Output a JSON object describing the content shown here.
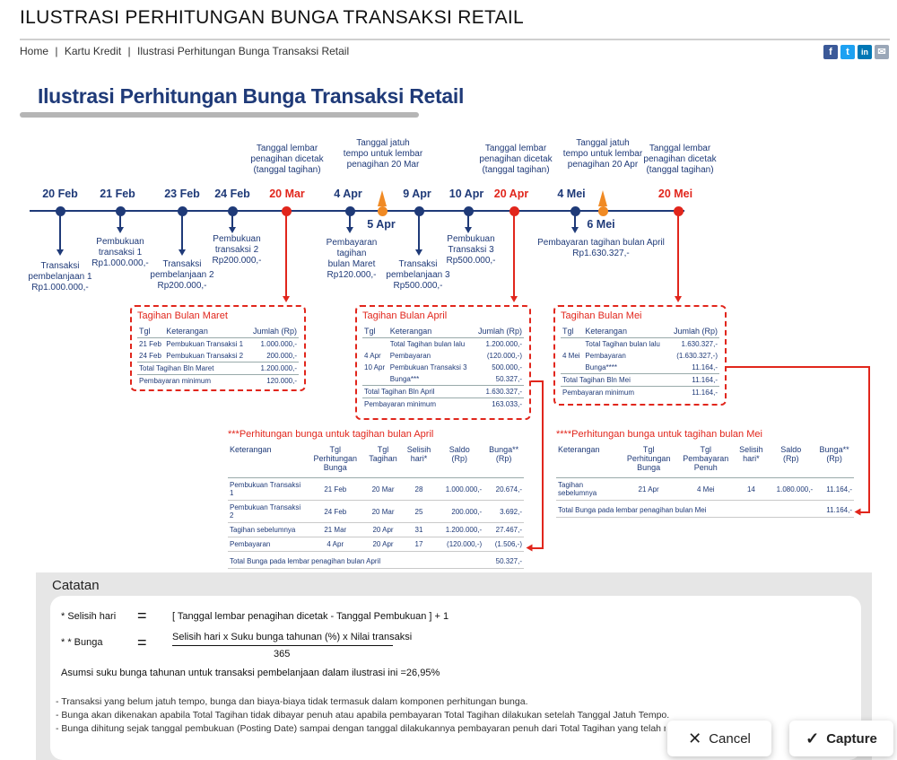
{
  "page_title": "ILUSTRASI PERHITUNGAN BUNGA TRANSAKSI RETAIL",
  "breadcrumb": [
    "Home",
    "Kartu Kredit",
    "Ilustrasi Perhitungan Bunga Transaksi Retail"
  ],
  "breadcrumb_sep": "|",
  "share_icons": [
    {
      "name": "facebook-icon",
      "glyph": "f",
      "color": "#3b5998"
    },
    {
      "name": "twitter-icon",
      "glyph": "t",
      "color": "#1da1f2"
    },
    {
      "name": "linkedin-icon",
      "glyph": "in",
      "color": "#0077b5"
    },
    {
      "name": "email-icon",
      "glyph": "✉",
      "color": "#9aa7b8"
    }
  ],
  "illustration_title": "Ilustrasi Perhitungan Bunga Transaksi Retail",
  "colors": {
    "navy": "#1f3a78",
    "red": "#e1261c",
    "orange": "#f08a24"
  },
  "timeline": {
    "top_labels": [
      "Tanggal lembar\npenagihan dicetak\n(tanggal tagihan)",
      "Tanggal jatuh\ntempo untuk lembar\npenagihan 20 Mar",
      "Tanggal lembar\npenagihan dicetak\n(tanggal tagihan)",
      "Tanggal jatuh\ntempo untuk lembar\npenagihan 20 Apr",
      "Tanggal lembar\npenagihan dicetak\n(tanggal tagihan)"
    ],
    "dates": [
      "20 Feb",
      "21 Feb",
      "23 Feb",
      "24 Feb",
      "20 Mar",
      "4 Apr",
      "5 Apr",
      "9 Apr",
      "10 Apr",
      "20 Apr",
      "4 Mei",
      "6 Mei",
      "20 Mei"
    ],
    "events": [
      "Transaksi\npembelanjaan 1\nRp1.000.000,-",
      "Pembukuan\ntransaksi 1\nRp1.000.000,-",
      "Transaksi\npembelanjaan 2\nRp200.000,-",
      "Pembukuan\ntransaksi 2\nRp200.000,-",
      "Pembayaran\ntagihan\nbulan Maret\nRp120.000,-",
      "Transaksi\npembelanjaan 3\nRp500.000,-",
      "Pembukuan\nTransaksi 3\nRp500.000,-",
      "Pembayaran tagihan bulan April\nRp1.630.327,-"
    ]
  },
  "tagihan_maret": {
    "title": "Tagihan Bulan Maret",
    "headers": [
      "Tgl",
      "Keterangan",
      "Jumlah (Rp)"
    ],
    "rows": [
      [
        "21 Feb",
        "Pembukuan Transaksi 1",
        "1.000.000,-"
      ],
      [
        "24 Feb",
        "Pembukuan Transaksi 2",
        "200.000,-"
      ]
    ],
    "total_label": "Total Tagihan Bln Maret",
    "total_value": "1.200.000,-",
    "min_label": "Pembayaran minimum",
    "min_value": "120.000,-"
  },
  "tagihan_april": {
    "title": "Tagihan Bulan April",
    "headers": [
      "Tgl",
      "Keterangan",
      "Jumlah (Rp)"
    ],
    "rows": [
      [
        "",
        "Total Tagihan bulan lalu",
        "1.200.000,-"
      ],
      [
        "4 Apr",
        "Pembayaran",
        "(120.000,-)"
      ],
      [
        "10 Apr",
        "Pembukuan Transaksi 3",
        "500.000,-"
      ],
      [
        "",
        "Bunga***",
        "50.327,-"
      ]
    ],
    "total_label": "Total Tagihan Bln April",
    "total_value": "1.630.327,-",
    "min_label": "Pembayaran minimum",
    "min_value": "163.033,-"
  },
  "tagihan_mei": {
    "title": "Tagihan Bulan Mei",
    "headers": [
      "Tgl",
      "Keterangan",
      "Jumlah (Rp)"
    ],
    "rows": [
      [
        "",
        "Total Tagihan bulan lalu",
        "1.630.327,-"
      ],
      [
        "4 Mei",
        "Pembayaran",
        "(1.630.327,-)"
      ],
      [
        "",
        "Bunga****",
        "11.164,-"
      ]
    ],
    "total_label": "Total Tagihan Bln Mei",
    "total_value": "11.164,-",
    "min_label": "Pembayaran minimum",
    "min_value": "11.164,-"
  },
  "calc_april": {
    "title": "***Perhitungan bunga untuk tagihan bulan April",
    "headers": [
      "Keterangan",
      "Tgl\nPerhitungan\nBunga",
      "Tgl\nTagihan",
      "Selisih\nhari*",
      "Saldo\n(Rp)",
      "Bunga**\n(Rp)"
    ],
    "rows": [
      [
        "Pembukuan Transaksi 1",
        "21 Feb",
        "20 Mar",
        "28",
        "1.000.000,-",
        "20.674,-"
      ],
      [
        "Pembukuan Transaksi 2",
        "24 Feb",
        "20 Mar",
        "25",
        "200.000,-",
        "3.692,-"
      ],
      [
        "Tagihan sebelumnya",
        "21 Mar",
        "20 Apr",
        "31",
        "1.200.000,-",
        "27.467,-"
      ],
      [
        "Pembayaran",
        "4 Apr",
        "20 Apr",
        "17",
        "(120.000,-)",
        "(1.506,-)"
      ]
    ],
    "total_label": "Total Bunga pada lembar penagihan bulan April",
    "total_value": "50.327,-"
  },
  "calc_mei": {
    "title": "****Perhitungan bunga untuk tagihan bulan Mei",
    "headers": [
      "Keterangan",
      "Tgl\nPerhitungan\nBunga",
      "Tgl\nPembayaran\nPenuh",
      "Selisih\nhari*",
      "Saldo\n(Rp)",
      "Bunga**\n(Rp)"
    ],
    "rows": [
      [
        "Tagihan sebelumnya",
        "21 Apr",
        "4 Mei",
        "14",
        "1.080.000,-",
        "11.164,-"
      ]
    ],
    "total_label": "Total Bunga pada lembar penagihan bulan Mei",
    "total_value": "11.164,-"
  },
  "catatan": {
    "title": "Catatan",
    "selisih_label": "*  Selisih hari",
    "equals": "=",
    "selisih_formula": "[ Tanggal lembar penagihan dicetak - Tanggal Pembukuan ] + 1",
    "bunga_label": "* * Bunga",
    "bunga_numerator": "Selisih hari x Suku bunga tahunan (%) x Nilai transaksi",
    "bunga_denominator": "365",
    "asumsi": "Asumsi suku bunga tahunan untuk transaksi pembelanjaan dalam ilustrasi ini =26,95%",
    "notes": [
      "- Transaksi yang belum jatuh tempo, bunga dan biaya-biaya tidak termasuk dalam komponen perhitungan bunga.",
      "- Bunga akan dikenakan apabila Total Tagihan tidak dibayar penuh atau apabila pembayaran Total Tagihan dilakukan setelah Tanggal Jatuh Tempo.",
      "- Bunga dihitung sejak tanggal pembukuan (Posting Date) sampai dengan tanggal dilakukannya pembayaran penuh dari Total Tagihan yang telah melewati Ta"
    ]
  },
  "buttons": {
    "cancel": "Cancel",
    "capture": "Capture"
  }
}
